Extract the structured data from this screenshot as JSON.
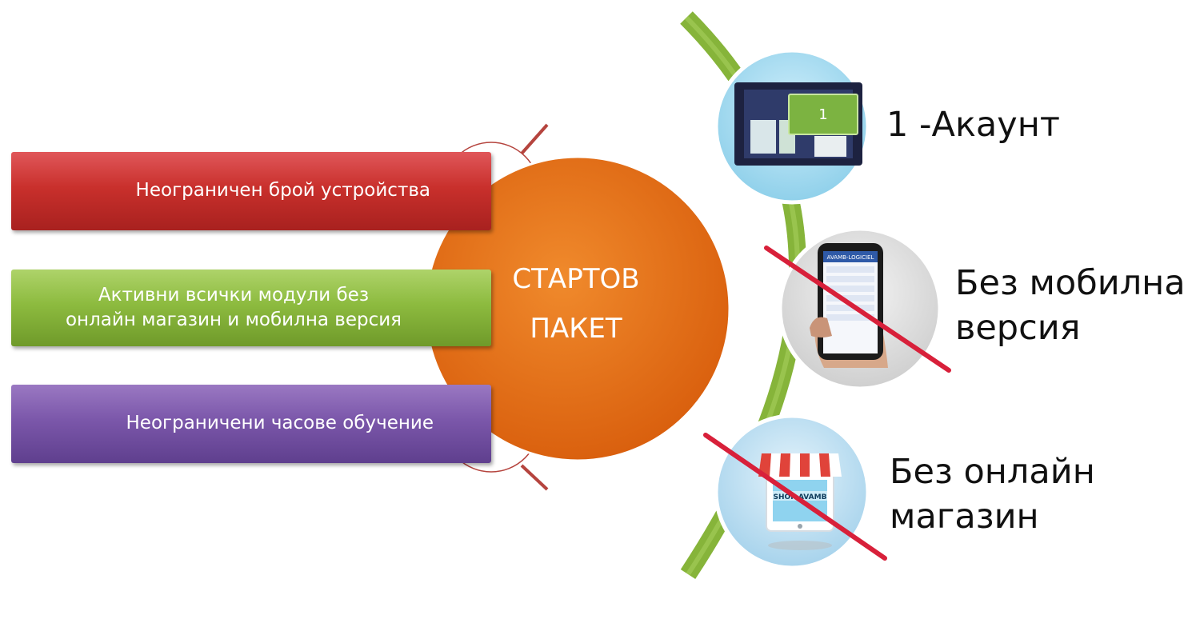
{
  "center": {
    "line1": "СТАРТОВ",
    "line2": "ПАКЕТ"
  },
  "features": [
    {
      "line1": "Неограничен брой устройства",
      "line2": ""
    },
    {
      "line1": "Активни всички модули без",
      "line2": "онлайн магазин и мобилна версия"
    },
    {
      "line1": "Неограничени часове обучение",
      "line2": ""
    }
  ],
  "options": [
    {
      "line1": "1 -Акаунт",
      "line2": "",
      "crossed": false,
      "icon": "laptop-account-icon",
      "badge": "1"
    },
    {
      "line1": "Без мобилна",
      "line2": "версия",
      "crossed": true,
      "icon": "smartphone-app-icon",
      "screen_title": "AVAMB-LOGICIEL"
    },
    {
      "line1": "Без онлайн",
      "line2": "магазин",
      "crossed": true,
      "icon": "online-shop-icon",
      "sign": "SHOP AVAMB"
    }
  ],
  "colors": {
    "center": "#e2690f",
    "red": "#c9302c",
    "green": "#8dbb3f",
    "purple": "#7b57aa",
    "arc": "#86b43a",
    "cross": "#d8203a",
    "connector": "#b5443e"
  }
}
